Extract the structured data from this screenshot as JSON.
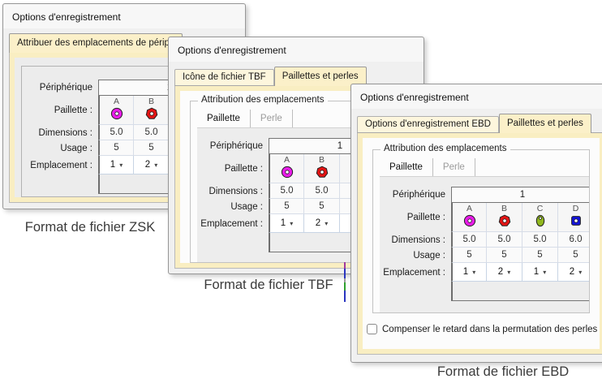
{
  "colors": {
    "tab_selected_yellow": "#fbf0c9",
    "tab_unselected_yellow": "#fdf6dd",
    "frame_yellow": "#f9eec2",
    "dialog_bg": "#f0f0f0",
    "sequin_a": "#e81ce8",
    "sequin_b": "#e41414",
    "sequin_c": "#90b71e",
    "sequin_d": "#1414dc"
  },
  "icons": {
    "dropdown_arrow": "▾"
  },
  "group_caption": "Attribution des emplacements",
  "inner_tabs": [
    {
      "label": "Paillette",
      "selected": true
    },
    {
      "label": "Perle",
      "selected": false
    }
  ],
  "table_labels": {
    "device": "Périphérique",
    "device_value": "1",
    "sequin": "Paillette :",
    "size": "Dimensions :",
    "usage": "Usage :",
    "slot": "Emplacement :"
  },
  "sequin_columns": [
    {
      "letter": "A",
      "shape": "circle",
      "color": "#e81ce8",
      "size": "5.0",
      "usage": "5",
      "slot": "1"
    },
    {
      "letter": "B",
      "shape": "heptagon",
      "color": "#e41414",
      "size": "5.0",
      "usage": "5",
      "slot": "2"
    },
    {
      "letter": "C",
      "shape": "oval",
      "color": "#90b71e",
      "size": "5.0",
      "usage": "5",
      "slot": "1"
    },
    {
      "letter": "D",
      "shape": "square",
      "color": "#1414dc",
      "size": "6.0",
      "usage": "5",
      "slot": "2"
    }
  ],
  "dialogs": [
    {
      "id": "zsk",
      "window_title": "Options d'enregistrement",
      "tabs": [
        {
          "label": "Attribuer des emplacements de périph",
          "selected": true
        }
      ],
      "caption": "Format de fichier ZSK"
    },
    {
      "id": "tbf",
      "window_title": "Options d'enregistrement",
      "tabs": [
        {
          "label": "Icône de fichier TBF",
          "selected": false
        },
        {
          "label": "Paillettes et perles",
          "selected": true
        }
      ],
      "caption": "Format de fichier TBF"
    },
    {
      "id": "ebd",
      "window_title": "Options d'enregistrement",
      "tabs": [
        {
          "label": "Options d'enregistrement EBD",
          "selected": false
        },
        {
          "label": "Paillettes et perles",
          "selected": true
        }
      ],
      "checkbox_label": "Compenser le retard dans la permutation des perles",
      "checkbox_checked": false,
      "caption": "Format de fichier EBD"
    }
  ]
}
